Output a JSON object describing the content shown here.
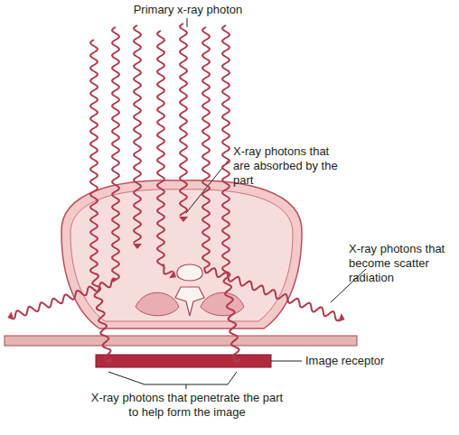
{
  "diagram": {
    "labels": [
      "Primary x-ray photon",
      "X-ray photons that are absorbed by the part",
      "X-ray photons that become scatter radiation",
      "Image receptor",
      "X-ray photons that penetrate the part to help form the image"
    ]
  }
}
